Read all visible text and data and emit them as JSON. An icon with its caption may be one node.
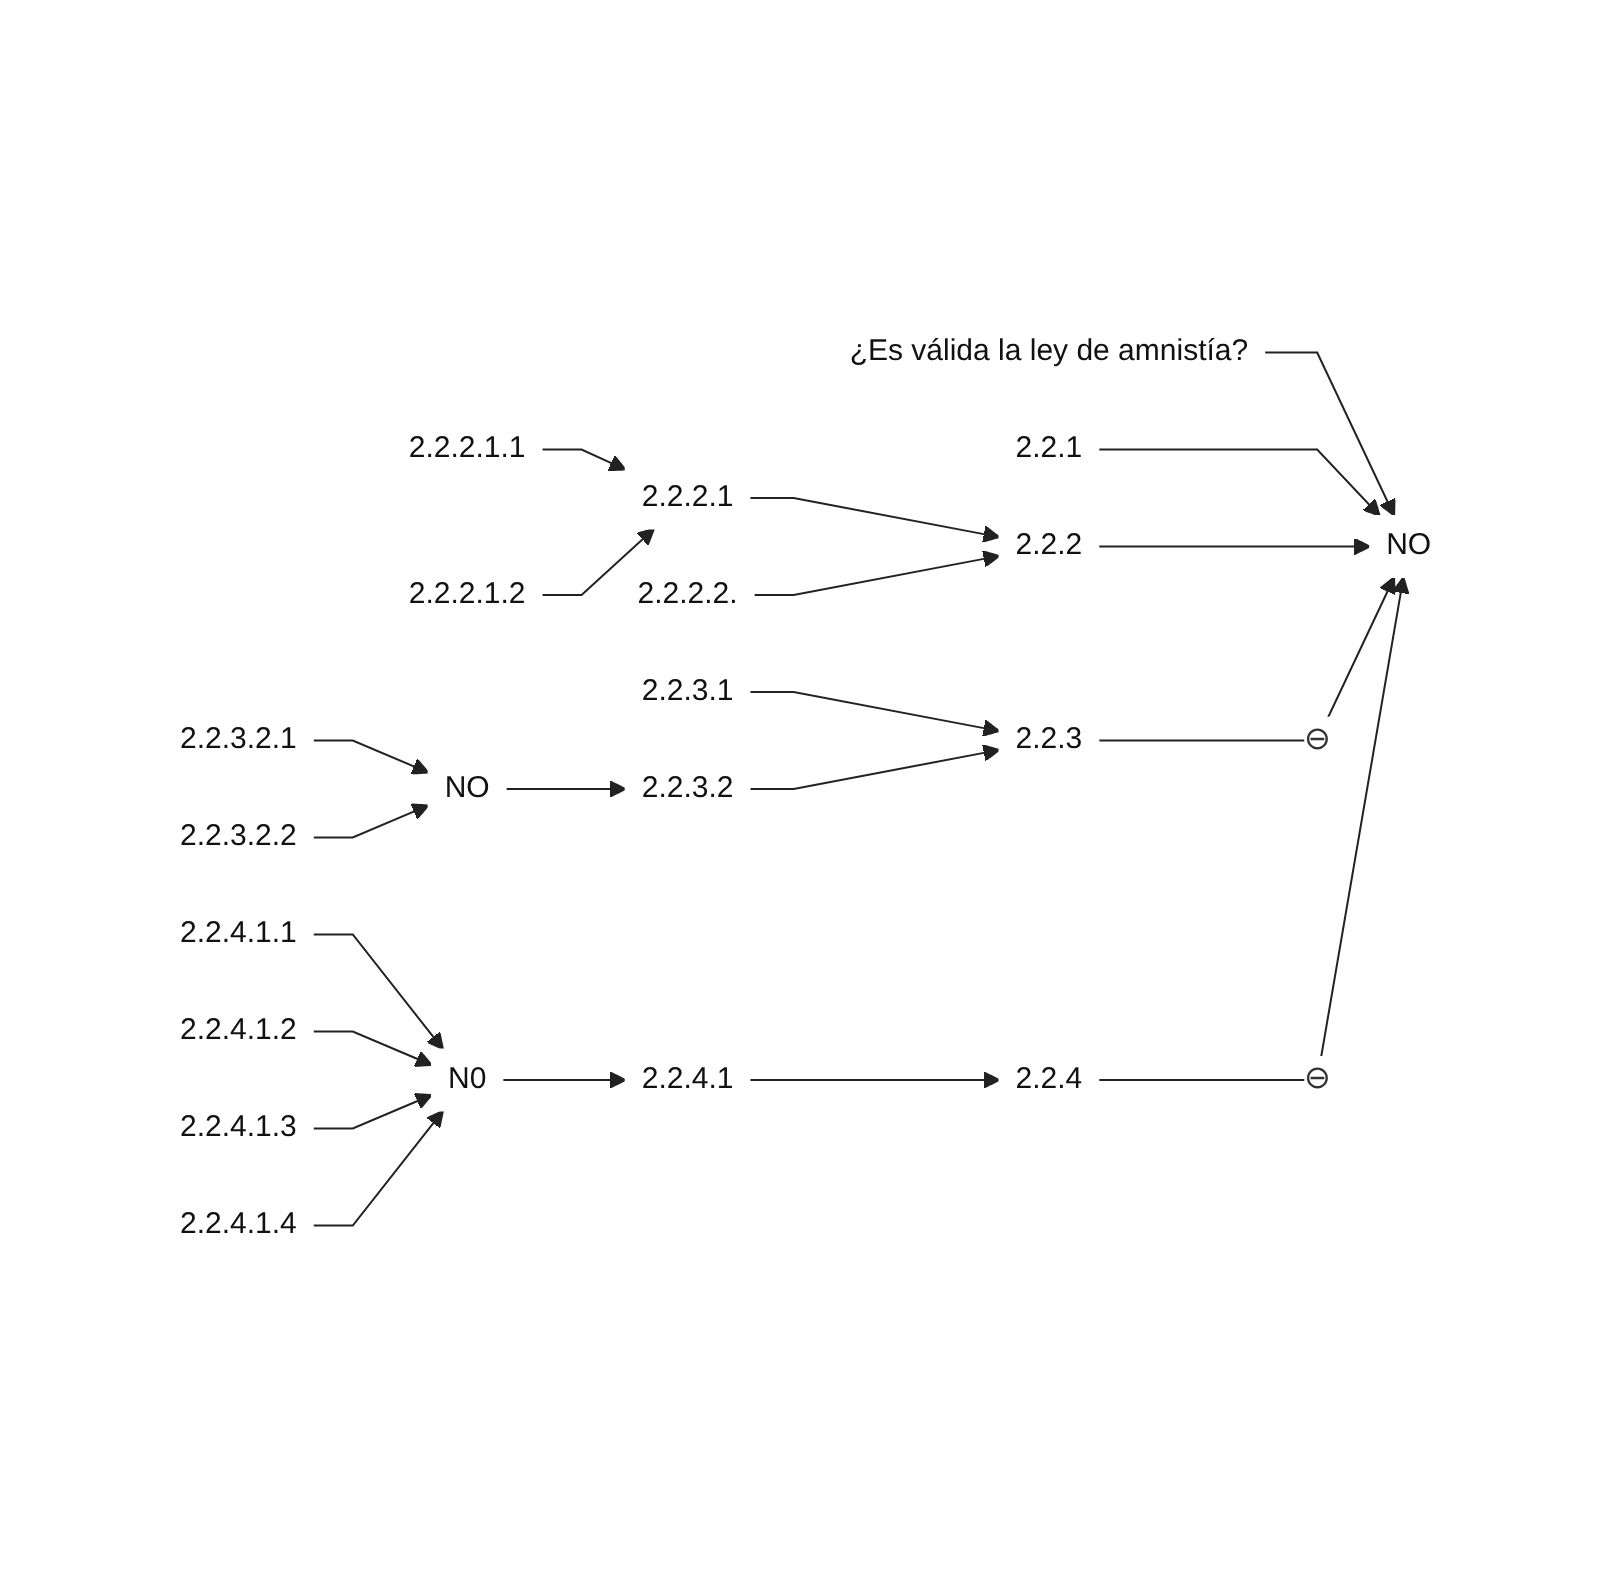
{
  "diagram": {
    "nodes": [
      {
        "text": [
          "¿Es válida la ley de amnistía?"
        ]
      },
      {
        "text": [
          "2.2.1"
        ]
      },
      {
        "text": [
          "2.2.2.1.1"
        ]
      },
      {
        "text": [
          "2.2.2.1"
        ]
      },
      {
        "text": [
          "2.2.2.1.2"
        ]
      },
      {
        "text": [
          "2.2.2"
        ]
      },
      {
        "text": [
          "2.2.2.2."
        ]
      },
      {
        "text": [
          "2.2.3.1"
        ]
      },
      {
        "text": [
          "2.2.3.2.1"
        ]
      },
      {
        "text": [
          "NO"
        ]
      },
      {
        "text": [
          "2.2.3.2"
        ]
      },
      {
        "text": [
          "2.2.3"
        ]
      },
      {
        "text": [
          "2.2.3.2.2"
        ]
      },
      {
        "text": [
          "2.2.4.1.1"
        ]
      },
      {
        "text": [
          "2.2.4.1.2"
        ]
      },
      {
        "text": [
          "N0"
        ]
      },
      {
        "text": [
          "2.2.4.1"
        ]
      },
      {
        "text": [
          "2.2.4"
        ]
      },
      {
        "text": [
          "2.2.4.1.3"
        ]
      },
      {
        "text": [
          "2.2.4.1.4"
        ]
      },
      {
        "text": [
          "NO"
        ]
      }
    ],
    "edges": [
      {
        "from": 0,
        "to": 20,
        "arrow": "to"
      },
      {
        "from": 1,
        "to": 20,
        "arrow": "to"
      },
      {
        "from": 2,
        "to": 3,
        "arrow": "to"
      },
      {
        "from": 4,
        "to": 3,
        "arrow": "to"
      },
      {
        "from": 3,
        "to": 5,
        "arrow": "to"
      },
      {
        "from": 6,
        "to": 5,
        "arrow": "to"
      },
      {
        "from": 5,
        "to": 20,
        "arrow": "to"
      },
      {
        "from": 7,
        "to": 11,
        "arrow": "to"
      },
      {
        "from": 8,
        "to": 9,
        "arrow": "to"
      },
      {
        "from": 12,
        "to": 9,
        "arrow": "to"
      },
      {
        "from": 9,
        "to": 10,
        "arrow": "to"
      },
      {
        "from": 10,
        "to": 11,
        "arrow": "to"
      },
      {
        "from": 11,
        "to": 20,
        "arrow": "to",
        "label": "⊖"
      },
      {
        "from": 13,
        "to": 15,
        "arrow": "to"
      },
      {
        "from": 14,
        "to": 15,
        "arrow": "to"
      },
      {
        "from": 18,
        "to": 15,
        "arrow": "to"
      },
      {
        "from": 19,
        "to": 15,
        "arrow": "to"
      },
      {
        "from": 15,
        "to": 16,
        "arrow": "to"
      },
      {
        "from": 16,
        "to": 17,
        "arrow": "to"
      },
      {
        "from": 17,
        "to": 20,
        "arrow": "to",
        "label": "⊖"
      }
    ]
  }
}
